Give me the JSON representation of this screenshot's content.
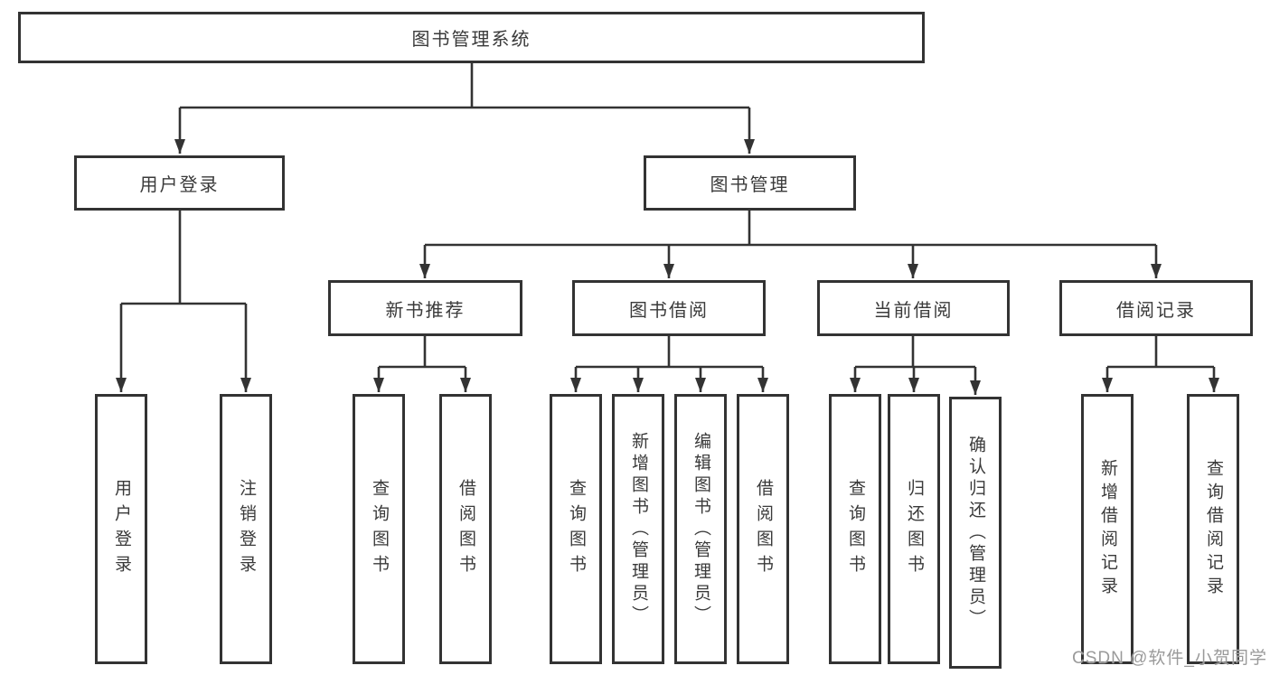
{
  "diagram": {
    "root": "图书管理系统",
    "branches": [
      {
        "label": "用户登录",
        "children": [
          "用户登录",
          "注销登录"
        ]
      },
      {
        "label": "图书管理",
        "sub": [
          {
            "label": "新书推荐",
            "children": [
              "查询图书",
              "借阅图书"
            ]
          },
          {
            "label": "图书借阅",
            "children": [
              "查询图书",
              "新增图书（管理员）",
              "编辑图书（管理员）",
              "借阅图书"
            ]
          },
          {
            "label": "当前借阅",
            "children": [
              "查询图书",
              "归还图书",
              "确认归还（管理员）"
            ]
          },
          {
            "label": "借阅记录",
            "children": [
              "新增借阅记录",
              "查询借阅记录"
            ]
          }
        ]
      }
    ]
  },
  "watermark": "CSDN @软件_小贺同学",
  "colors": {
    "line": "#333333",
    "text": "#3a3a3a",
    "background": "#ffffff",
    "watermark": "#9a9a9a"
  }
}
